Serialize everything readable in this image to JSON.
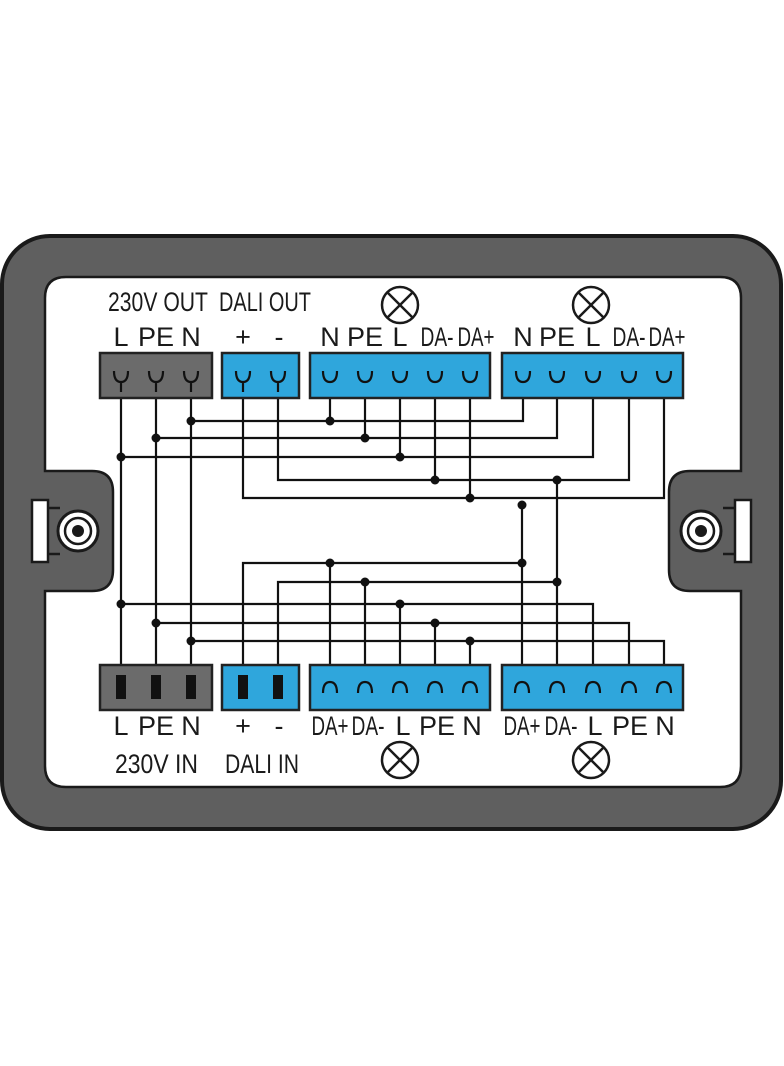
{
  "top": {
    "titles": {
      "out_230v": "230V OUT",
      "out_dali": "DALI OUT"
    },
    "pins_230v": [
      "L",
      "PE",
      "N"
    ],
    "pins_dali": [
      "+",
      "-"
    ],
    "pins_lamp1": [
      "N",
      "PE",
      "L",
      "DA-",
      "DA+"
    ],
    "pins_lamp2": [
      "N",
      "PE",
      "L",
      "DA-",
      "DA+"
    ]
  },
  "bottom": {
    "titles": {
      "in_230v": "230V IN",
      "in_dali": "DALI IN"
    },
    "pins_230v": [
      "L",
      "PE",
      "N"
    ],
    "pins_dali": [
      "+",
      "-"
    ],
    "pins_lamp1": [
      "DA+",
      "DA-",
      "L",
      "PE",
      "N"
    ],
    "pins_lamp2": [
      "DA+",
      "DA-",
      "L",
      "PE",
      "N"
    ]
  },
  "icons": {
    "lamp": "lamp-symbol-icon",
    "mount": "mounting-hole-icon"
  },
  "colors": {
    "housing": "#5f5f5f",
    "housing_outline": "#1a1a1a",
    "panel": "#ffffff",
    "terminal_gray": "#6b6b6b",
    "terminal_blue": "#2fa6dc",
    "wire": "#111111"
  }
}
